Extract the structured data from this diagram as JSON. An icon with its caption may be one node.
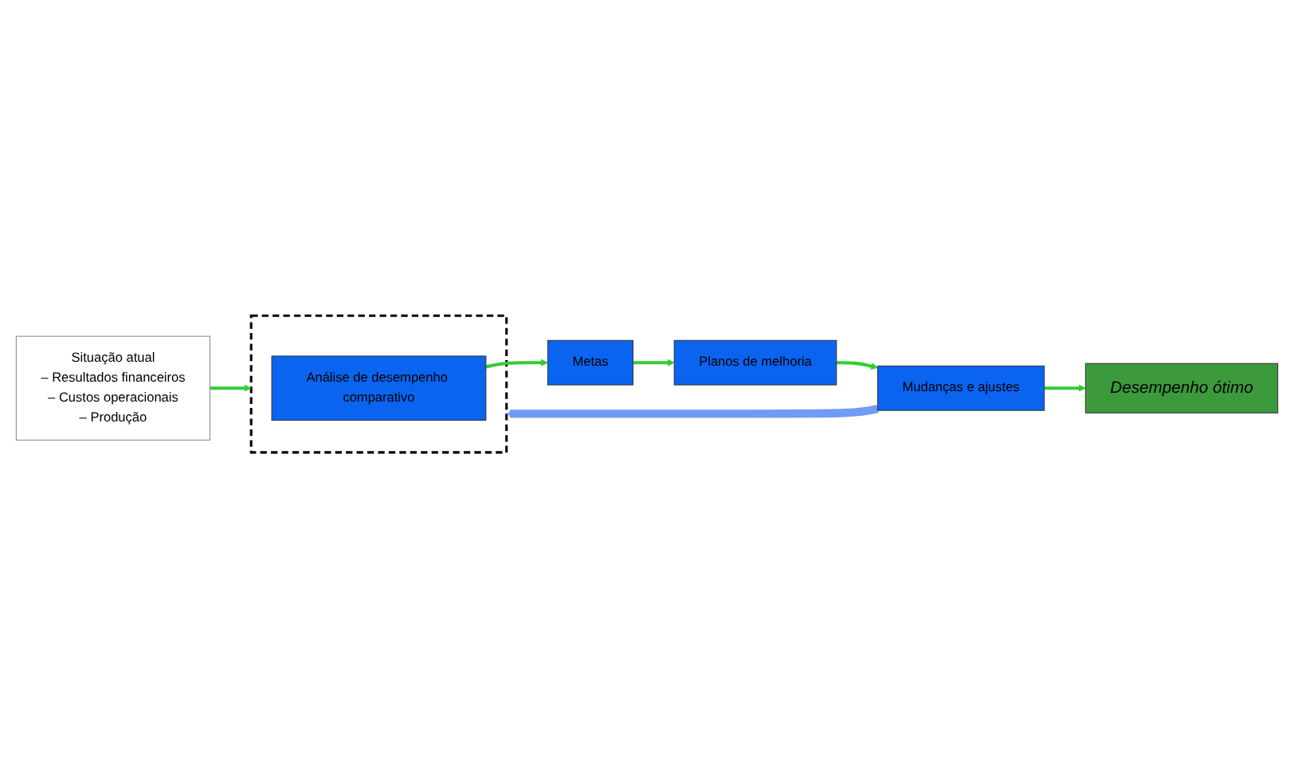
{
  "diagram": {
    "nodes": [
      {
        "text": [
          "Situação atual",
          "– Resultados financeiros",
          "– Custos operacionais",
          "– Produção"
        ]
      },
      {
        "text": [],
        "shape": "box"
      },
      {
        "text": [
          "Análise de desempenho comparativo"
        ],
        "in": 1
      },
      {
        "text": [
          "Metas"
        ]
      },
      {
        "text": [
          "Planos de melhoria"
        ]
      },
      {
        "text": [
          "Mudanças e ajustes"
        ]
      },
      {
        "text": [
          "Desempenho ótimo"
        ]
      }
    ],
    "edges": [
      {
        "from": 0,
        "to": 1,
        "arrow": "to"
      },
      {
        "from": 2,
        "to": 3,
        "arrow": "to"
      },
      {
        "from": 3,
        "to": 4,
        "arrow": "to"
      },
      {
        "from": 4,
        "to": 5,
        "arrow": "to"
      },
      {
        "from": 5,
        "to": 6,
        "arrow": "to"
      },
      {
        "from": 5,
        "to": 1,
        "arrow": "to",
        "style": "thick",
        "color": "#6f9cf7"
      }
    ]
  }
}
